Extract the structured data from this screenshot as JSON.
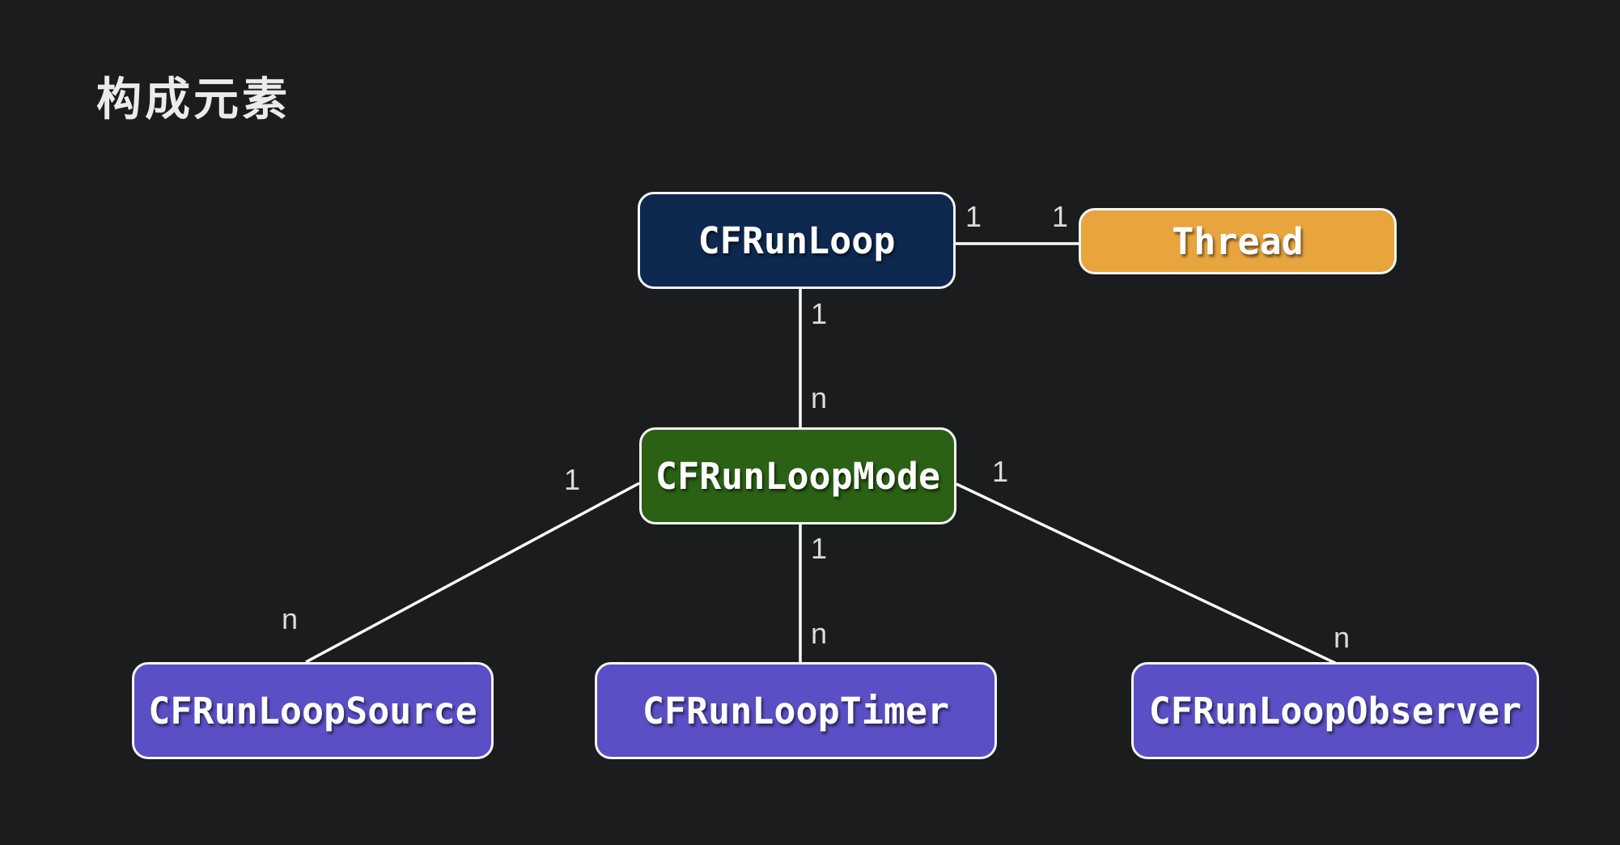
{
  "title": "构成元素",
  "colors": {
    "background": "#1b1c1d",
    "runloop_box": "#0d2950",
    "thread_box": "#e8a53e",
    "mode_box": "#2a6114",
    "leaf_box": "#5a4fc4",
    "box_border": "#f5f5f5",
    "edge_line": "#fbfbfb",
    "edge_label": "#dcdcdc",
    "title_text": "#ebebeb"
  },
  "nodes": {
    "runloop": {
      "label": "CFRunLoop"
    },
    "thread": {
      "label": "Thread"
    },
    "mode": {
      "label": "CFRunLoopMode"
    },
    "source": {
      "label": "CFRunLoopSource"
    },
    "timer": {
      "label": "CFRunLoopTimer"
    },
    "observer": {
      "label": "CFRunLoopObserver"
    }
  },
  "edges": {
    "runloop_thread": {
      "from": "CFRunLoop",
      "to": "Thread",
      "from_label": "1",
      "to_label": "1"
    },
    "runloop_mode": {
      "from": "CFRunLoop",
      "to": "CFRunLoopMode",
      "from_label": "1",
      "to_label": "n"
    },
    "mode_source": {
      "from": "CFRunLoopMode",
      "to": "CFRunLoopSource",
      "from_label": "1",
      "to_label": "n"
    },
    "mode_timer": {
      "from": "CFRunLoopMode",
      "to": "CFRunLoopTimer",
      "from_label": "1",
      "to_label": "n"
    },
    "mode_observer": {
      "from": "CFRunLoopMode",
      "to": "CFRunLoopObserver",
      "from_label": "1",
      "to_label": "n"
    }
  }
}
